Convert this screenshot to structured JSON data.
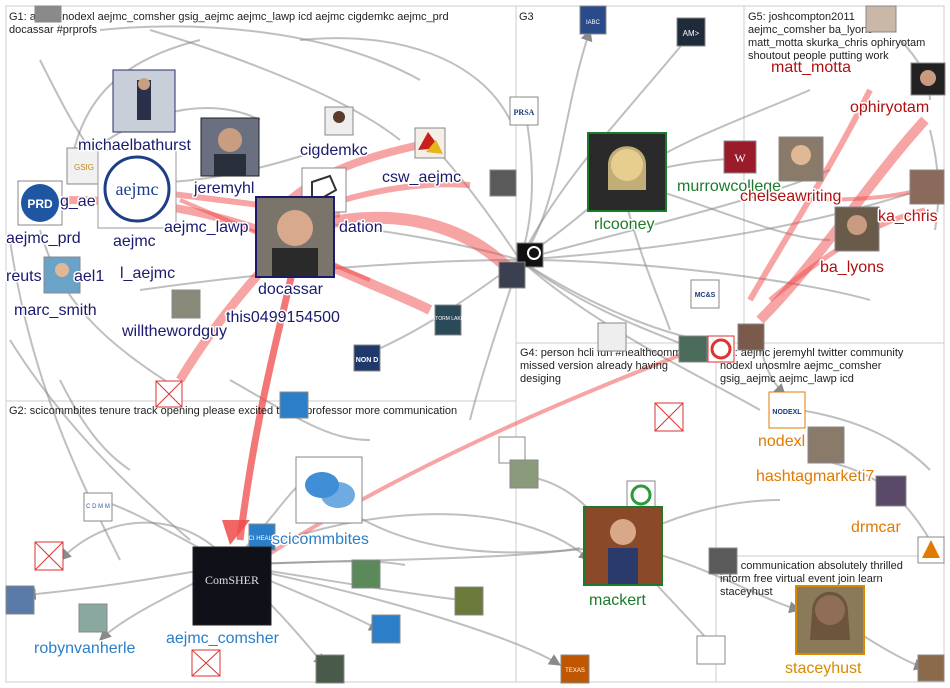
{
  "groups": {
    "g1": {
      "title_line1": "G1: aejmc nodexl aejmc_comsher gsig_aejmc aejmc_lawp icd aejmc cigdemkc aejmc_prd",
      "title_line2": "docassar #prprofs"
    },
    "g2": {
      "title": "G2: scicommbites tenure track opening please excited those professor more communication"
    },
    "g3": {
      "title": "G3"
    },
    "g4": {
      "title_line1": "G4: person hcli fun #healthcomm oh",
      "title_line2": "missed version already having",
      "title_line3": "desiging"
    },
    "g5": {
      "title_line1": "G5: joshcompton2011",
      "title_line2": "aejmc_comsher ba_lyons",
      "title_line3": "matt_motta skurka_chris ophiryotam",
      "title_line4": "shoutout people putting work"
    },
    "g6": {
      "title_line1": "G6: aejmc jeremyhl twitter community",
      "title_line2": "nodexl unosmlre aejmc_comsher",
      "title_line3": "gsig_aejmc aejmc_lawp icd"
    },
    "g7": {
      "title_line1": "G7: communication absolutely thrilled",
      "title_line2": "inform free virtual event join learn",
      "title_line3": "staceyhust"
    }
  },
  "nodes": {
    "michaelbathurst": "michaelbathurst",
    "g_ae": "g_ae",
    "jeremyhl": "jeremyhl",
    "aejmc_prd": "aejmc_prd",
    "aejmc": "aejmc",
    "aejmc_lawp": "aejmc_lawp",
    "dation": "dation",
    "cigdemkc": "cigdemkc",
    "csw_aejmc": "csw_aejmc",
    "reuts": "reuts",
    "ael1": "ael1",
    "l_aejmc": "l_aejmc",
    "docassar": "docassar",
    "marc_smith": "marc_smith",
    "willthewordguy": "willthewordguy",
    "this0499154500": "this0499154500",
    "rlcooney": "rlcooney",
    "murrowcollege": "murrowcollege",
    "matt_motta": "matt_motta",
    "ophiryotam": "ophiryotam",
    "chelseawriting": "chelseawriting",
    "ka_chris": "ka_chris",
    "ba_lyons": "ba_lyons",
    "scicommbites": "scicommbites",
    "aejmc_comsher": "aejmc_comsher",
    "robynvanherle": "robynvanherle",
    "mackert": "mackert",
    "nodexl": "nodexl",
    "hashtagmarketi7": "hashtagmarketi7",
    "drmcar": "drmcar",
    "staceyhust": "staceyhust"
  },
  "images": {
    "comsher_logo": "ComSHER",
    "aejmc_logo": "aejmc",
    "prd_logo": "PRD",
    "prsa_logo": "PRSA",
    "am_logo": "AM>",
    "iabc_logo": "IABC",
    "storm_lake": "STORM LAKE",
    "nond_logo": "NON D",
    "nodexl_logo": "NODEXL",
    "gsig_logo": "GSIG",
    "mcs_logo": "MC&S",
    "texas_logo": "TEXAS",
    "cdmm_logo": "C D M M",
    "scihealth_logo": "SCI HEALTH"
  },
  "colors": {
    "g1_label": "#1a1a6e",
    "g2_label": "#2b7fc8",
    "g3_label": "#1d7a2b",
    "g5_label": "#b01010",
    "g6_label": "#e07a00",
    "g7_label": "#d88a00",
    "edge_gray": "#8a8a8a",
    "edge_red": "#f04a4a"
  }
}
